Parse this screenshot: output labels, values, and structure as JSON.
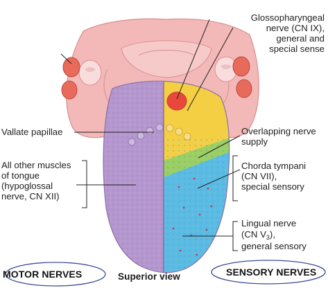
{
  "labels": {
    "glossopharyngeal": [
      "Glossopharyngeal",
      "nerve (CN IX),",
      "general and",
      "special sense"
    ],
    "vallate": "Vallate papillae",
    "overlapping": [
      "Overlapping nerve",
      "supply"
    ],
    "other_muscles": [
      "All other muscles",
      "of tongue",
      "(hypoglossal",
      "nerve, CN XII)"
    ],
    "chorda": [
      "Chorda tympani",
      "(CN VII),",
      "special sensory"
    ],
    "lingual": {
      "line1": "Lingual nerve",
      "line2_pre": "(CN V",
      "line2_sub": "3",
      "line2_post": "),",
      "line3": "general sensory"
    }
  },
  "bottom": {
    "motor": "MOTOR NERVES",
    "view": "Superior view",
    "sensory": "SENSORY NERVES"
  },
  "colors": {
    "motor_region": "#b597cf",
    "yellow_region": "#f4cf43",
    "green_region": "#9ccf62",
    "blue_region": "#5bbbe3",
    "red_region": "#e8473d",
    "pharynx": "#f3b8b8",
    "annotation_ellipse": "#3a4a9a"
  }
}
